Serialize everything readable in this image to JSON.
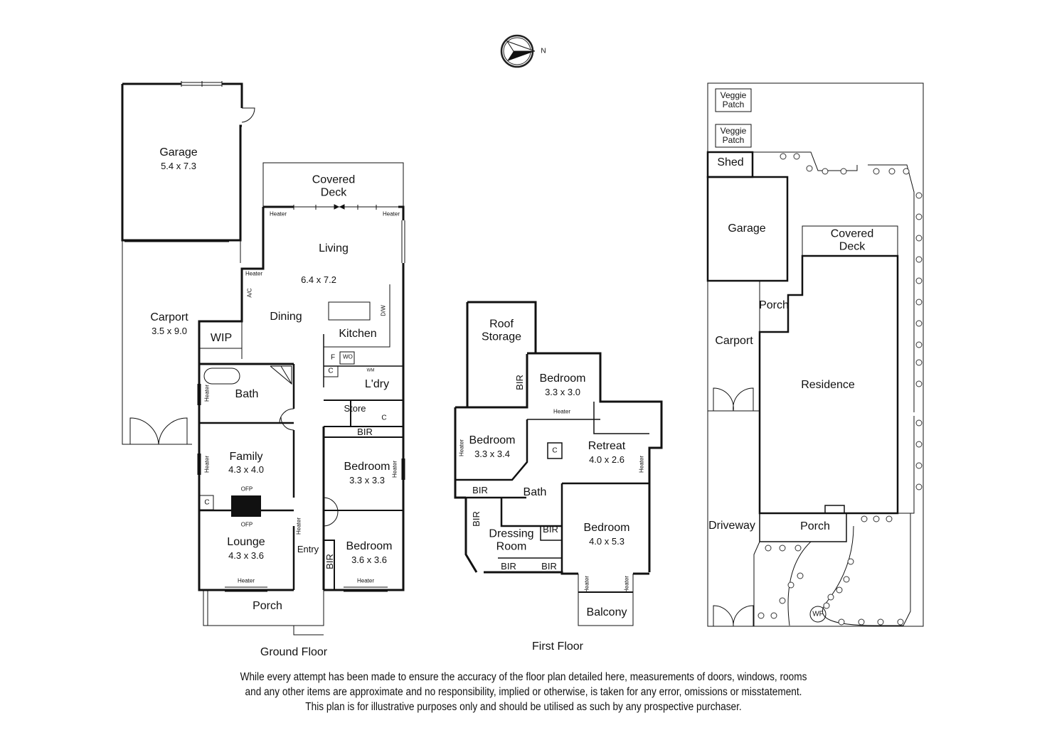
{
  "compass": {
    "north_label": "N"
  },
  "ground_floor": {
    "caption": "Ground Floor",
    "rooms": [
      {
        "name": "Garage",
        "dims": "5.4 x 7.3"
      },
      {
        "name": "Carport",
        "dims": "3.5 x 9.0"
      },
      {
        "name": "Covered Deck",
        "dims": ""
      },
      {
        "name": "Living",
        "dims": "6.4 x 7.2"
      },
      {
        "name": "Dining",
        "dims": ""
      },
      {
        "name": "Kitchen",
        "dims": ""
      },
      {
        "name": "WIP",
        "dims": ""
      },
      {
        "name": "Bath",
        "dims": ""
      },
      {
        "name": "L'dry",
        "dims": ""
      },
      {
        "name": "Store",
        "dims": ""
      },
      {
        "name": "Family",
        "dims": "4.3 x 4.0"
      },
      {
        "name": "Bedroom",
        "dims": "3.3 x 3.3"
      },
      {
        "name": "Lounge",
        "dims": "4.3 x 3.6"
      },
      {
        "name": "Entry",
        "dims": ""
      },
      {
        "name": "Bedroom",
        "dims": "3.6 x 3.6"
      },
      {
        "name": "Porch",
        "dims": ""
      }
    ],
    "fixtures": {
      "heater": "Heater",
      "ac": "A/C",
      "dw": "D/W",
      "fridge": "F",
      "wall_oven": "WO",
      "washing_machine": "WM",
      "cupboard": "C",
      "bir": "BIR",
      "ofp": "OFP"
    }
  },
  "first_floor": {
    "caption": "First Floor",
    "rooms": [
      {
        "name": "Roof Storage",
        "dims": ""
      },
      {
        "name": "Bedroom",
        "dims": "3.3 x 3.0"
      },
      {
        "name": "Bedroom",
        "dims": "3.3 x 3.4"
      },
      {
        "name": "Retreat",
        "dims": "4.0 x 2.6"
      },
      {
        "name": "Bath",
        "dims": ""
      },
      {
        "name": "Dressing Room",
        "dims": ""
      },
      {
        "name": "Bedroom",
        "dims": "4.0 x 5.3"
      },
      {
        "name": "Balcony",
        "dims": ""
      }
    ]
  },
  "site_plan": {
    "areas": [
      {
        "name": "Veggie Patch"
      },
      {
        "name": "Veggie Patch"
      },
      {
        "name": "Shed"
      },
      {
        "name": "Garage"
      },
      {
        "name": "Covered Deck"
      },
      {
        "name": "Porch"
      },
      {
        "name": "Carport"
      },
      {
        "name": "Residence"
      },
      {
        "name": "Driveway"
      },
      {
        "name": "Porch"
      },
      {
        "name": "WF"
      }
    ]
  },
  "disclaimer": [
    "While every attempt has been made to ensure the accuracy of the floor plan detailed here, measurements of doors, windows, rooms",
    "and any other items are approximate and no responsibility, implied or otherwise, is taken for any error, omissions or misstatement.",
    "This plan is for illustrative purposes only and should be utilised as such by any prospective purchaser."
  ],
  "colors": {
    "wall": "#111111",
    "thin_line": "#555555",
    "background": "#ffffff"
  }
}
